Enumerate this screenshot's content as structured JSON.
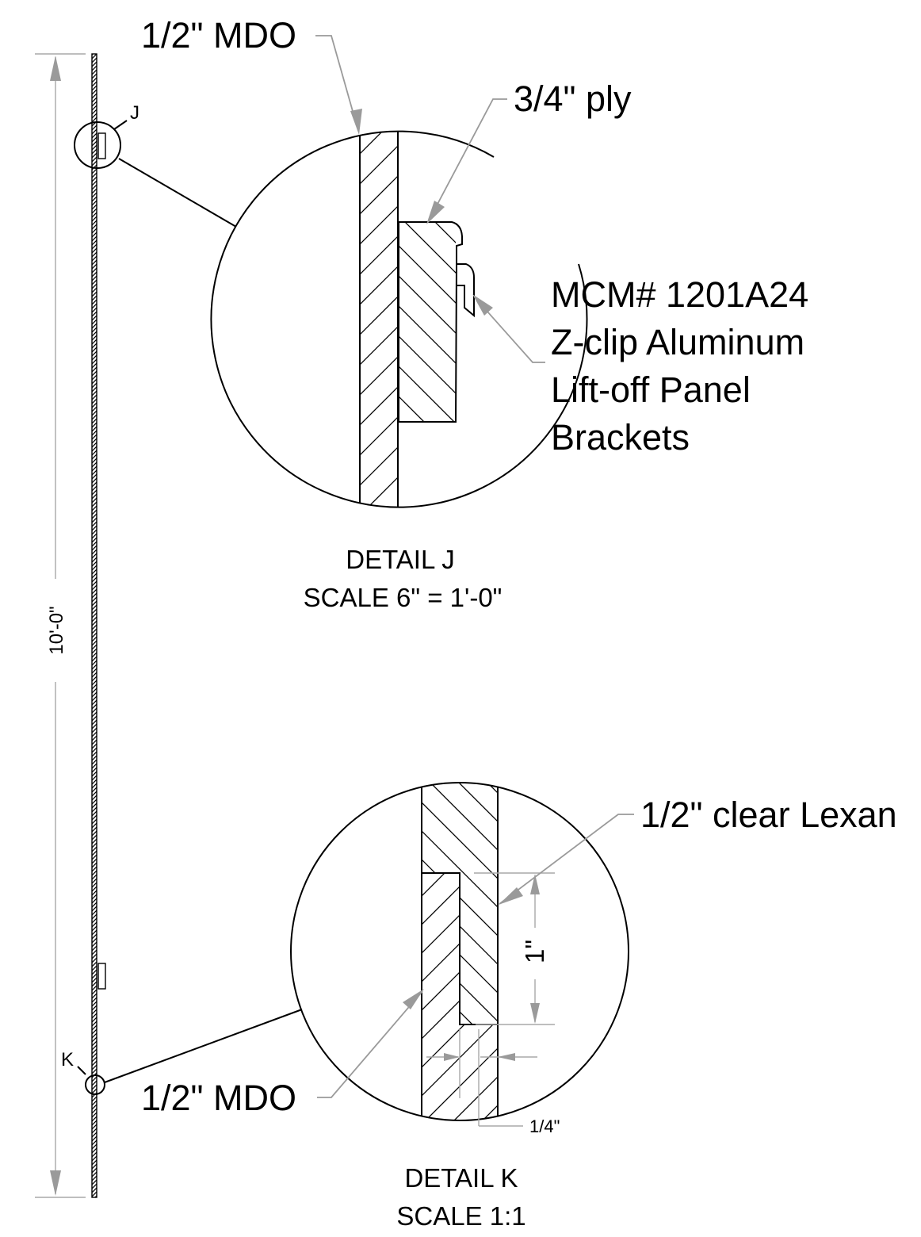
{
  "overall": {
    "height_dimension": "10'-0\"",
    "callout_j": "J",
    "callout_k": "K"
  },
  "detail_j": {
    "title": "DETAIL J",
    "scale": "SCALE 6\" = 1'-0\"",
    "label_mdo": "1/2\" MDO",
    "label_ply": "3/4\" ply",
    "bracket_lines": [
      "MCM# 1201A24",
      "Z-clip Aluminum",
      "Lift-off Panel",
      "Brackets"
    ]
  },
  "detail_k": {
    "title": "DETAIL K",
    "scale": "SCALE 1:1",
    "label_lexan": "1/2\" clear Lexan",
    "label_mdo": "1/2\" MDO",
    "dim_rabbet_height": "1\"",
    "dim_rabbet_depth": "1/4\""
  },
  "colors": {
    "line": "#000000",
    "leader": "#9a9a9a",
    "dimension": "#a8a8a8",
    "background": "#ffffff"
  }
}
